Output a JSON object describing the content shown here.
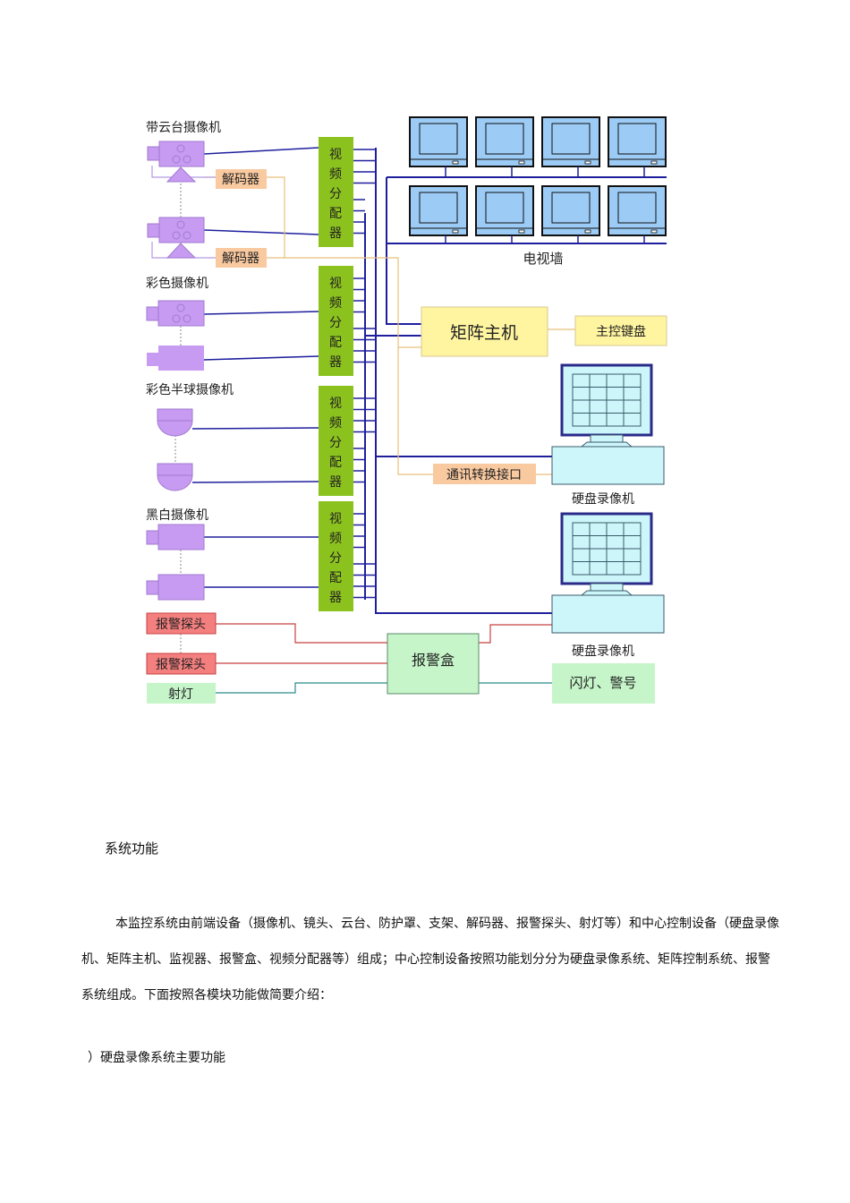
{
  "diagram": {
    "groups": {
      "ptz_camera": "带云台摄像机",
      "color_camera": "彩色摄像机",
      "dome_camera": "彩色半球摄像机",
      "bw_camera": "黑白摄像机"
    },
    "decoder": "解码器",
    "splitter_chars": [
      "视",
      "频",
      "分",
      "配",
      "器"
    ],
    "tv_wall": "电视墙",
    "matrix_host": "矩阵主机",
    "main_keyboard": "主控键盘",
    "comm_interface": "通讯转换接口",
    "dvr": "硬盘录像机",
    "alarm_probe": "报警探头",
    "spotlight": "射灯",
    "alarm_box": "报警盒",
    "strobe_siren": "闪灯、警号",
    "colors": {
      "camera": "#c79bf2",
      "splitter": "#8cc21e",
      "decoder": "#f9c9a0",
      "matrix": "#fff5a0",
      "monitor": "#9ccbf5",
      "dvr": "#cdf6fb",
      "alarm_probe": "#f47f7f",
      "green_box": "#c6f5c9",
      "video_line": "#1f1f9e",
      "control_line": "#e8c07a",
      "alarm_line": "#c84040",
      "light_line": "#2a8a8a"
    }
  },
  "document": {
    "heading": "系统功能",
    "paragraph": "本监控系统由前端设备（摄像机、镜头、云台、防护罩、支架、解码器、报警探头、射灯等）和中心控制设备（硬盘录像机、矩阵主机、监视器、报警盒、视频分配器等）组成；中心控制设备按照功能划分分为硬盘录像系统、矩阵控制系统、报警系统组成。下面按照各模块功能做简要介绍：",
    "subheading": "）硬盘录像系统主要功能"
  }
}
